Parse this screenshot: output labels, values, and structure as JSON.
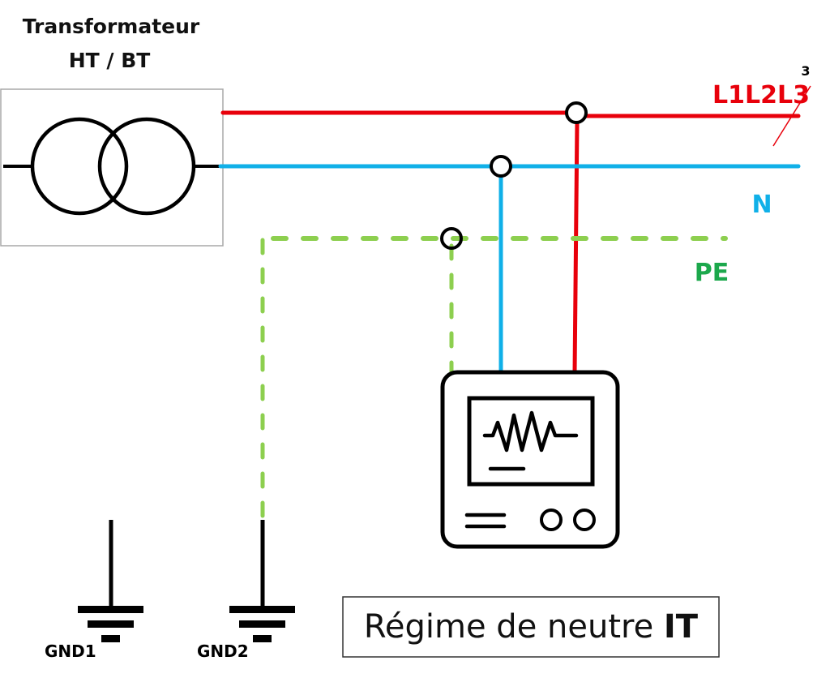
{
  "diagram": {
    "title_line1": "Transformateur",
    "title_line2": "HT / BT",
    "conductors": {
      "phases": {
        "label": "L1L2L3",
        "count_marker": "3",
        "color": "#e8000b"
      },
      "neutral": {
        "label": "N",
        "color": "#10b0e8"
      },
      "protective_earth": {
        "label": "PE",
        "color": "#8dcf4f",
        "label_color": "#1ca84c"
      }
    },
    "grounds": [
      {
        "label": "GND1"
      },
      {
        "label": "GND2"
      }
    ],
    "caption": {
      "prefix": "Régime de neutre ",
      "emphasis": "IT"
    },
    "components": {
      "transformer": "transformer-symbol",
      "load_device": "monitor-device-icon"
    }
  }
}
